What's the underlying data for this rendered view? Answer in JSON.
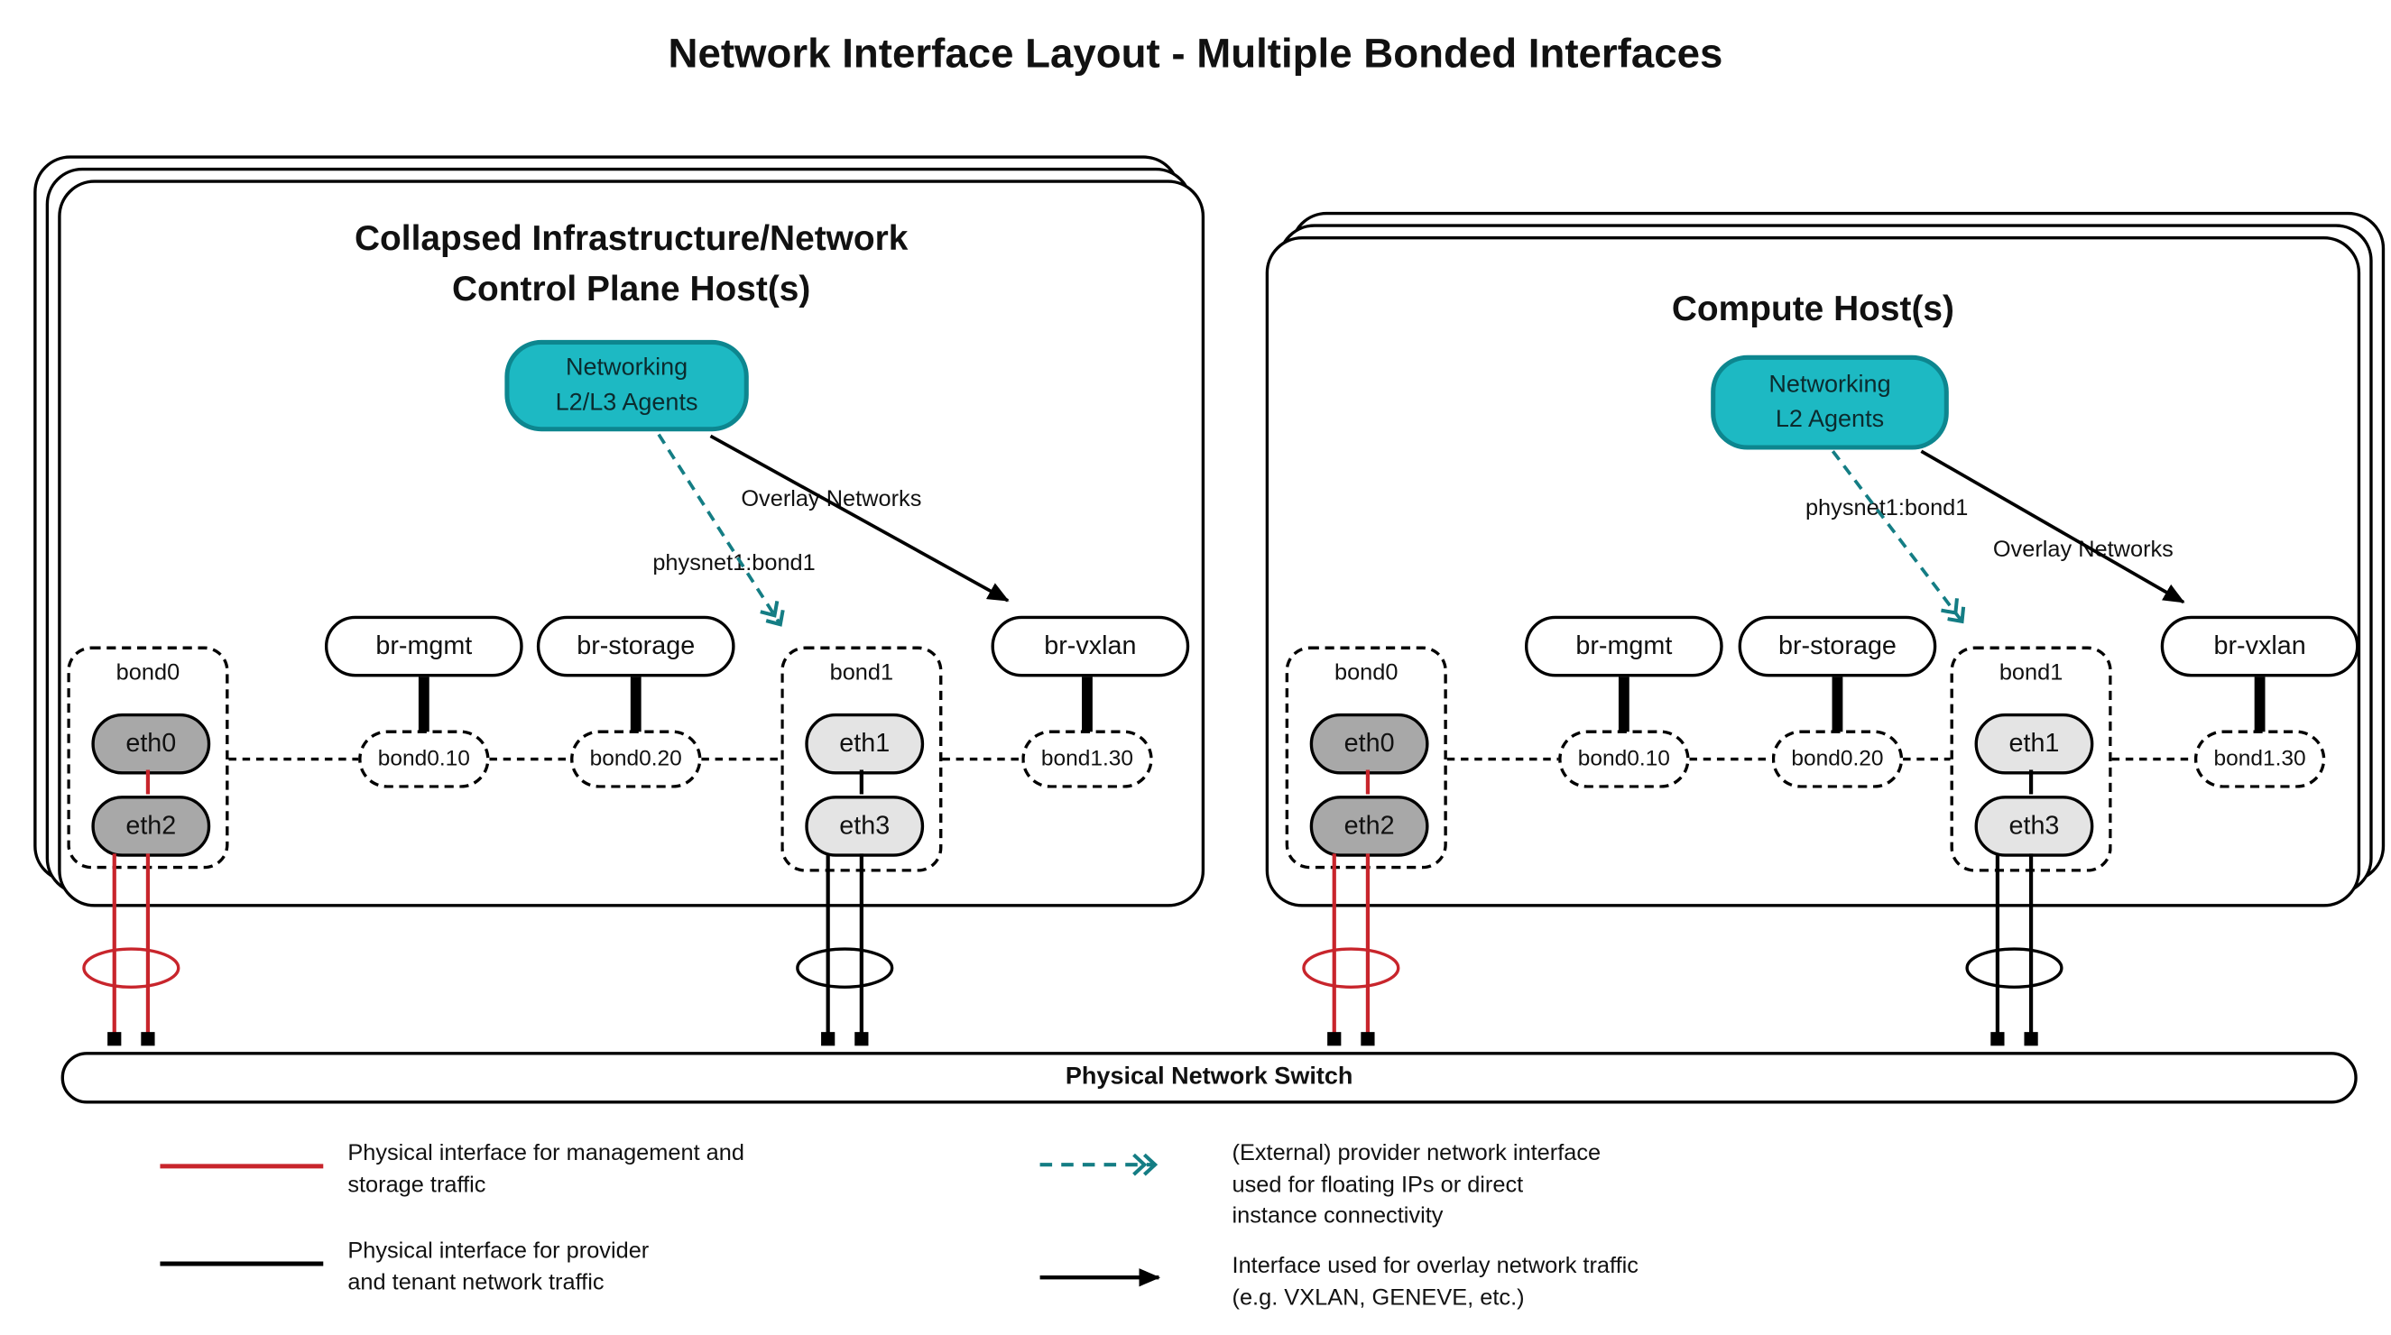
{
  "title": "Network Interface Layout - Multiple Bonded Interfaces",
  "left_host": {
    "title_lines": [
      "Collapsed Infrastructure/Network",
      "Control Plane Host(s)"
    ],
    "agent": {
      "line1": "Networking",
      "line2": "L2/L3 Agents"
    },
    "physnet_label": "physnet1:bond1",
    "overlay_label": "Overlay Networks",
    "bridges": {
      "mgmt": "br-mgmt",
      "storage": "br-storage",
      "vxlan": "br-vxlan"
    },
    "bond0": {
      "label": "bond0",
      "nic_top": "eth0",
      "nic_bottom": "eth2"
    },
    "bond1": {
      "label": "bond1",
      "nic_top": "eth1",
      "nic_bottom": "eth3"
    },
    "vlans": {
      "mgmt": "bond0.10",
      "storage": "bond0.20",
      "vxlan": "bond1.30"
    }
  },
  "right_host": {
    "title": "Compute Host(s)",
    "agent": {
      "line1": "Networking",
      "line2": "L2 Agents"
    },
    "physnet_label": "physnet1:bond1",
    "overlay_label": "Overlay Networks",
    "bridges": {
      "mgmt": "br-mgmt",
      "storage": "br-storage",
      "vxlan": "br-vxlan"
    },
    "bond0": {
      "label": "bond0",
      "nic_top": "eth0",
      "nic_bottom": "eth2"
    },
    "bond1": {
      "label": "bond1",
      "nic_top": "eth1",
      "nic_bottom": "eth3"
    },
    "vlans": {
      "mgmt": "bond0.10",
      "storage": "bond0.20",
      "vxlan": "bond1.30"
    }
  },
  "switch": {
    "label": "Physical Network Switch"
  },
  "legend": {
    "mgmt_storage": {
      "lines": [
        "Physical interface for management and",
        "storage traffic"
      ]
    },
    "provider_tenant": {
      "lines": [
        "Physical interface for provider",
        "and tenant network traffic"
      ]
    },
    "external_provider": {
      "lines": [
        "(External) provider network interface",
        "used for floating IPs or direct",
        "instance connectivity"
      ]
    },
    "overlay": {
      "lines": [
        "Interface used for overlay network traffic",
        "(e.g. VXLAN, GENEVE, etc.)"
      ]
    }
  },
  "colors": {
    "agent_fill": "#1db9c3",
    "agent_border": "#0d868f",
    "teal_arrow": "#147d84",
    "red_line": "#c8252c",
    "nic_dark_fill": "#a8a8a8",
    "nic_light_fill": "#e4e4e4"
  }
}
